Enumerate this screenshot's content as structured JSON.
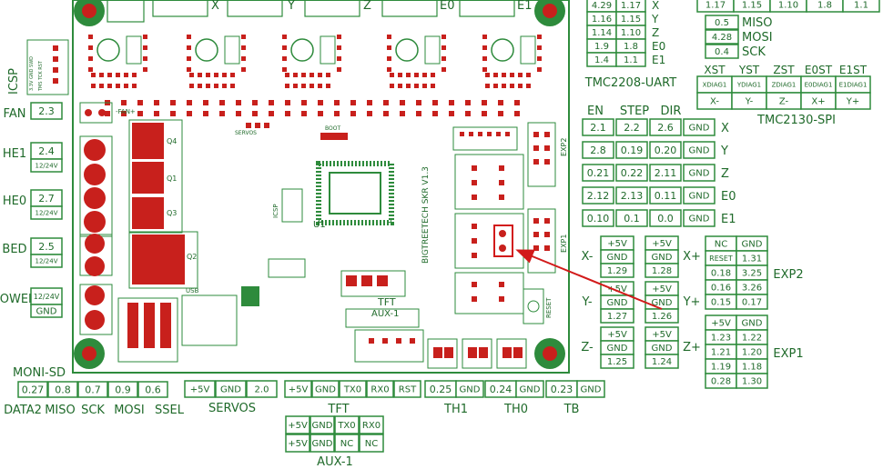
{
  "colors": {
    "board_green": "#2e8b3c",
    "board_fill": "#ffffff",
    "pad_red": "#c8201c",
    "label_text": "#1f6a2a",
    "arrow_red": "#d21a1a"
  },
  "board": {
    "silk_name": "BIGTREETECH SKR V1.3",
    "chip_label": "U1",
    "tft_label": "TFT",
    "aux1_label": "AUX-1",
    "servos_silk": "SERVOS",
    "boot_silk": "BOOT",
    "usb_silk": "USB",
    "reset_silk": "RESET",
    "icsp_silk": "ICSP",
    "exp1_silk": "EXP1",
    "exp2_silk": "EXP2"
  },
  "left_pins": {
    "icsp_label": "ICSP",
    "items": [
      {
        "name": "FAN",
        "pin": "2.3",
        "volt": ""
      },
      {
        "name": "HE1",
        "pin": "2.4",
        "volt": "12/24V"
      },
      {
        "name": "HE0",
        "pin": "2.7",
        "volt": "12/24V"
      },
      {
        "name": "BED",
        "pin": "2.5",
        "volt": "12/24V"
      },
      {
        "name": "POWER",
        "pin": "12/24V",
        "volt": "GND"
      }
    ]
  },
  "moni_sd": {
    "title": "MONI-SD",
    "pins": [
      "0.27",
      "0.8",
      "0.7",
      "0.9",
      "0.6"
    ],
    "labels": [
      "DATA2",
      "MISO",
      "SCK",
      "MOSI",
      "SSEL"
    ]
  },
  "servos": {
    "title": "SERVOS",
    "pins": [
      "+5V",
      "GND",
      "2.0"
    ]
  },
  "tft": {
    "title": "TFT",
    "pins": [
      "+5V",
      "GND",
      "TX0",
      "RX0",
      "RST"
    ]
  },
  "aux1": {
    "title": "AUX-1",
    "rows": [
      [
        "+5V",
        "GND",
        "TX0",
        "RX0"
      ],
      [
        "+5V",
        "GND",
        "NC",
        "NC"
      ]
    ]
  },
  "thermistors": [
    {
      "name": "TH1",
      "pin": "0.25",
      "gnd": "GND"
    },
    {
      "name": "TH0",
      "pin": "0.24",
      "gnd": "GND"
    },
    {
      "name": "TB",
      "pin": "0.23",
      "gnd": "GND"
    }
  ],
  "uart": {
    "title": "TMC2208-UART",
    "rows": [
      {
        "a": "4.29",
        "b": "1.17",
        "axis": "X"
      },
      {
        "a": "1.16",
        "b": "1.15",
        "axis": "Y"
      },
      {
        "a": "1.14",
        "b": "1.10",
        "axis": "Z"
      },
      {
        "a": "1.9",
        "b": "1.8",
        "axis": "E0"
      },
      {
        "a": "1.4",
        "b": "1.1",
        "axis": "E1"
      }
    ]
  },
  "spi": {
    "title": "TMC2130-SPI",
    "top_pins": [
      "1.17",
      "1.15",
      "1.10",
      "1.8",
      "1.1"
    ],
    "bus": [
      {
        "pin": "0.5",
        "name": "MISO"
      },
      {
        "pin": "4.28",
        "name": "MOSI"
      },
      {
        "pin": "0.4",
        "name": "SCK"
      }
    ],
    "diag_headers": [
      "XST",
      "YST",
      "ZST",
      "E0ST",
      "E1ST"
    ],
    "diag_pins": [
      "XDIAG1",
      "YDIAG1",
      "ZDIAG1",
      "E0DIAG1",
      "E1DIAG1"
    ],
    "diag_ends": [
      "X-",
      "Y-",
      "Z-",
      "X+",
      "Y+"
    ]
  },
  "drivers": {
    "header": [
      "EN",
      "STEP",
      "DIR"
    ],
    "rows": [
      {
        "en": "2.1",
        "step": "2.2",
        "dir": "2.6",
        "gnd": "GND",
        "axis": "X"
      },
      {
        "en": "2.8",
        "step": "0.19",
        "dir": "0.20",
        "gnd": "GND",
        "axis": "Y"
      },
      {
        "en": "0.21",
        "step": "0.22",
        "dir": "2.11",
        "gnd": "GND",
        "axis": "Z"
      },
      {
        "en": "2.12",
        "step": "2.13",
        "dir": "0.11",
        "gnd": "GND",
        "axis": "E0"
      },
      {
        "en": "0.10",
        "step": "0.1",
        "dir": "0.0",
        "gnd": "GND",
        "axis": "E1"
      }
    ]
  },
  "endstops": {
    "groups": [
      {
        "left": "X-",
        "right": "X+",
        "lpin": "1.29",
        "rpin": "1.28"
      },
      {
        "left": "Y-",
        "right": "Y+",
        "lpin": "1.27",
        "rpin": "1.26"
      },
      {
        "left": "Z-",
        "right": "Z+",
        "lpin": "1.25",
        "rpin": "1.24"
      }
    ],
    "v5": "+5V",
    "gnd": "GND"
  },
  "exp2": {
    "title": "EXP2",
    "rows": [
      [
        "NC",
        "GND"
      ],
      [
        "RESET",
        "1.31"
      ],
      [
        "0.18",
        "3.25"
      ],
      [
        "0.16",
        "3.26"
      ],
      [
        "0.15",
        "0.17"
      ]
    ]
  },
  "exp1": {
    "title": "EXP1",
    "rows": [
      [
        "+5V",
        "GND"
      ],
      [
        "1.23",
        "1.22"
      ],
      [
        "1.21",
        "1.20"
      ],
      [
        "1.19",
        "1.18"
      ],
      [
        "0.28",
        "1.30"
      ]
    ]
  },
  "driver_silk": [
    "X",
    "Y",
    "Z",
    "E0",
    "E1"
  ]
}
